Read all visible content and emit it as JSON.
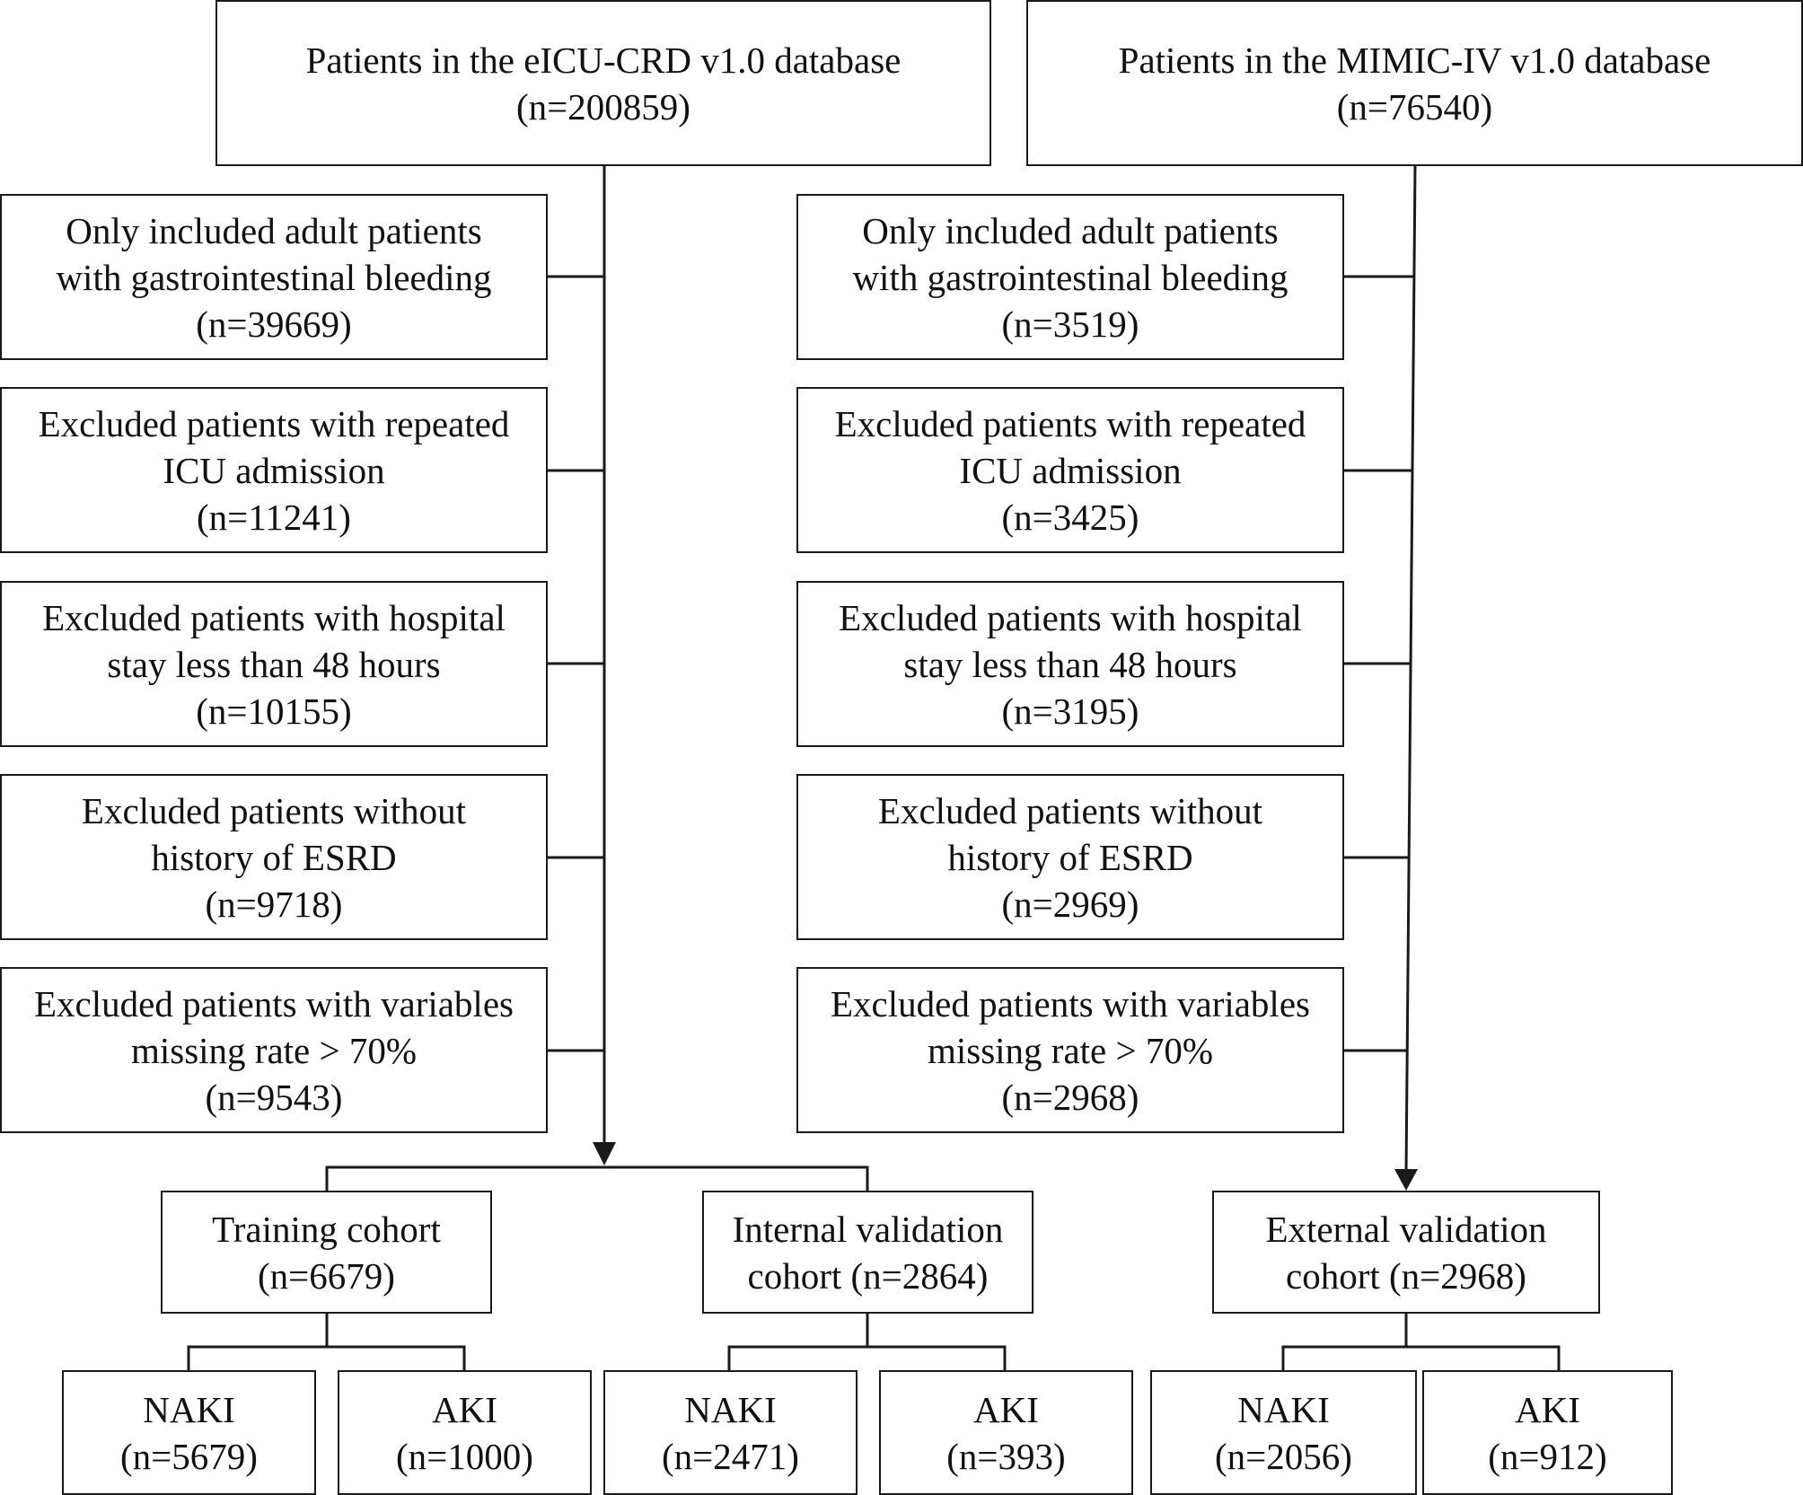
{
  "left_branch": {
    "source": {
      "line1": "Patients in the eICU-CRD v1.0 database",
      "line2": "(n=200859)"
    },
    "steps": [
      {
        "line1": "Only included adult patients",
        "line2": "with gastrointestinal bleeding",
        "line3": "(n=39669)"
      },
      {
        "line1": "Excluded patients with repeated",
        "line2": "ICU admission",
        "line3": "(n=11241)"
      },
      {
        "line1": "Excluded patients with hospital",
        "line2": "stay less than 48 hours",
        "line3": "(n=10155)"
      },
      {
        "line1": "Excluded patients without",
        "line2": "history of ESRD",
        "line3": "(n=9718)"
      },
      {
        "line1": "Excluded patients with variables",
        "line2": "missing rate > 70%",
        "line3": "(n=9543)"
      }
    ],
    "cohorts": [
      {
        "line1": "Training cohort",
        "line2": "(n=6679)",
        "outcomes": [
          {
            "line1": "NAKI",
            "line2": "(n=5679)"
          },
          {
            "line1": "AKI",
            "line2": "(n=1000)"
          }
        ]
      },
      {
        "line1": "Internal validation",
        "line2": "cohort (n=2864)",
        "outcomes": [
          {
            "line1": "NAKI",
            "line2": "(n=2471)"
          },
          {
            "line1": "AKI",
            "line2": "(n=393)"
          }
        ]
      }
    ]
  },
  "right_branch": {
    "source": {
      "line1": "Patients in the MIMIC-IV v1.0 database",
      "line2": "(n=76540)"
    },
    "steps": [
      {
        "line1": "Only included adult patients",
        "line2": "with gastrointestinal bleeding",
        "line3": "(n=3519)"
      },
      {
        "line1": "Excluded patients with repeated",
        "line2": "ICU admission",
        "line3": "(n=3425)"
      },
      {
        "line1": "Excluded patients with hospital",
        "line2": "stay less than 48 hours",
        "line3": "(n=3195)"
      },
      {
        "line1": "Excluded patients without",
        "line2": "history of ESRD",
        "line3": "(n=2969)"
      },
      {
        "line1": "Excluded patients with variables",
        "line2": "missing rate > 70%",
        "line3": "(n=2968)"
      }
    ],
    "cohorts": [
      {
        "line1": "External validation",
        "line2": "cohort (n=2968)",
        "outcomes": [
          {
            "line1": "NAKI",
            "line2": "(n=2056)"
          },
          {
            "line1": "AKI",
            "line2": "(n=912)"
          }
        ]
      }
    ]
  },
  "colors": {
    "line": "#1a1a1a",
    "text": "#111111",
    "background": "#ffffff"
  }
}
